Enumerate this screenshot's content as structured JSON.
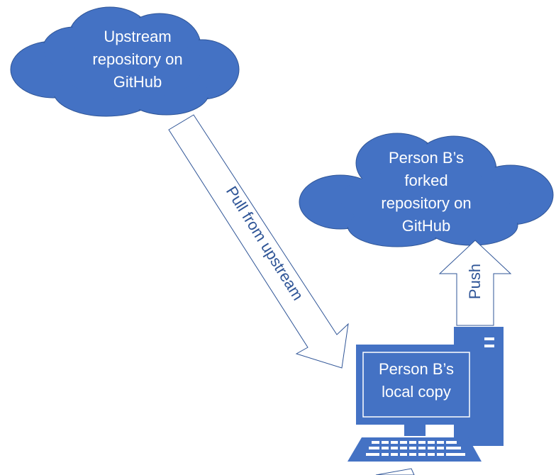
{
  "clouds": {
    "upstream": {
      "lines": [
        "Upstream",
        "repository on",
        "GitHub"
      ]
    },
    "forked": {
      "lines": [
        "Person B’s",
        "forked",
        "repository on",
        "GitHub"
      ]
    }
  },
  "computer": {
    "lines": [
      "Person B’s",
      "local copy"
    ]
  },
  "arrows": {
    "pull": {
      "label": "Pull from upstream"
    },
    "push": {
      "label": "Push"
    }
  },
  "colors": {
    "fill": "#4472C4",
    "stroke": "#2F5597",
    "text_on_fill": "#FFFFFF",
    "arrow_text": "#2F5597"
  }
}
